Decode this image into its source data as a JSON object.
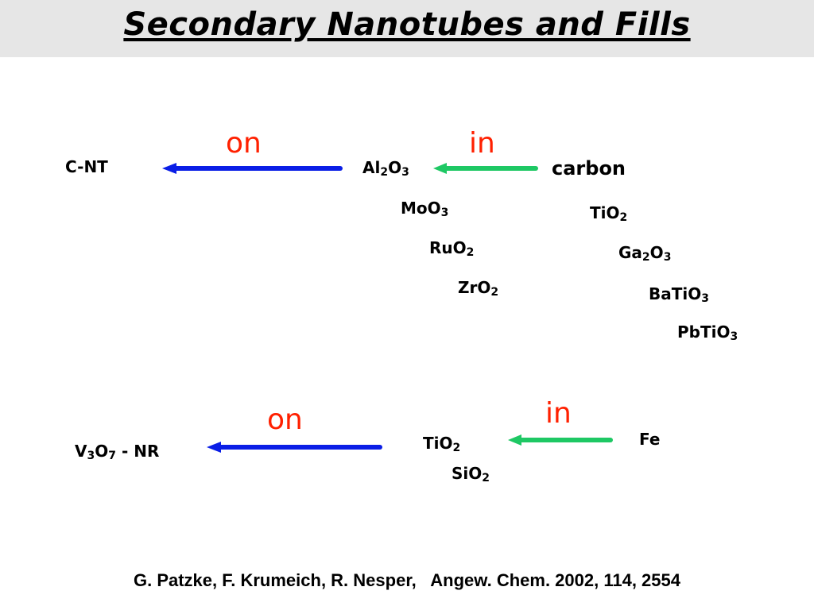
{
  "title": "Secondary Nanotubes and Fills",
  "colors": {
    "title_bar": "#e6e6e6",
    "on_arrow": "#0a1ee6",
    "in_arrow": "#1ec864",
    "relation_text": "#ff2000"
  },
  "group1": {
    "relation_on": "on",
    "relation_in": "in",
    "product": "C-NT",
    "template": {
      "base": "Al",
      "s1": "2",
      "mid": "O",
      "s2": "3"
    },
    "template_list": [
      {
        "base": "MoO",
        "sub": "3"
      },
      {
        "base": "RuO",
        "sub": "2"
      },
      {
        "base": "ZrO",
        "sub": "2"
      }
    ],
    "source": "carbon",
    "source_list": [
      {
        "base": "TiO",
        "sub": "2"
      },
      {
        "base": "Ga",
        "s1": "2",
        "mid": "O",
        "s2": "3"
      },
      {
        "base": "BaTiO",
        "sub": "3"
      },
      {
        "base": "PbTiO",
        "sub": "3"
      }
    ]
  },
  "group2": {
    "relation_on": "on",
    "relation_in": "in",
    "product": {
      "a": "V",
      "s1": "3",
      "b": "O",
      "s2": "7",
      "suffix": " - NR"
    },
    "templates": [
      {
        "base": "TiO",
        "sub": "2"
      },
      {
        "base": "SiO",
        "sub": "2"
      }
    ],
    "source": "Fe"
  },
  "citation": "G. Patzke, F. Krumeich, R. Nesper,   Angew. Chem. 2002, 114, 2554"
}
